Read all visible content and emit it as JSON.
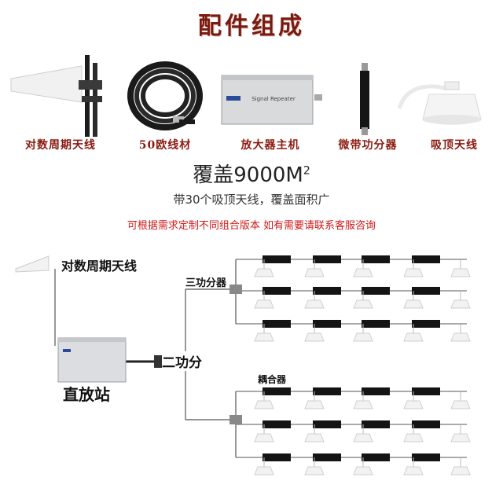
{
  "header": {
    "title": "配件组成"
  },
  "products": [
    {
      "label": "对数周期天线",
      "icon": "log-periodic-antenna-icon"
    },
    {
      "label": "50欧线材",
      "icon": "coaxial-cable-coil-icon"
    },
    {
      "label": "放大器主机",
      "icon": "signal-repeater-icon",
      "device_text": "Signal Repeater"
    },
    {
      "label": "微带功分器",
      "icon": "power-splitter-icon"
    },
    {
      "label": "吸顶天线",
      "icon": "ceiling-antenna-icon"
    }
  ],
  "coverage": {
    "headline": "覆盖9000M",
    "superscript": "2",
    "subline": "带30个吸顶天线，覆盖面积广",
    "notice": "可根据需求定制不同组合版本 如有需要请联系客服咨询"
  },
  "diagram": {
    "antenna_label": "对数周期天线",
    "repeater_label": "直放站",
    "two_way_label": "二功分",
    "three_way_label": "三功分器",
    "coupler_label": "耦合器"
  },
  "colors": {
    "title": "#7a1a10",
    "product_label": "#8a1a10",
    "notice": "#d01818"
  }
}
